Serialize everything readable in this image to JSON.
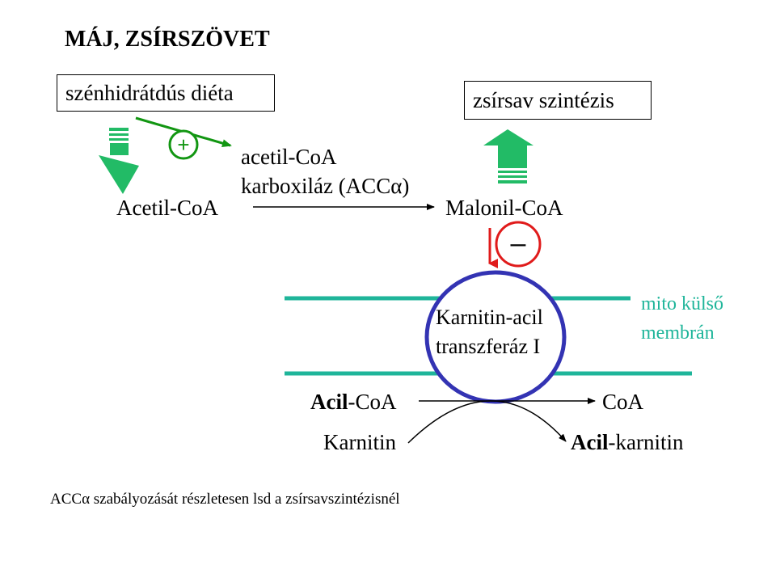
{
  "title": "MÁJ, ZSÍRSZÖVET",
  "diet_box": "szénhidrátdús diéta",
  "synthesis_box": "zsírsav szintézis",
  "enzyme": {
    "line1": "acetil-CoA",
    "line2": "karboxiláz (ACCα)"
  },
  "acetyl_coa": "Acetil-CoA",
  "malonyl_coa": "Malonil-CoA",
  "cpt": {
    "line1": "Karnitin-acil",
    "line2": "transzferáz I"
  },
  "membrane": {
    "line1": "mito külső",
    "line2": "membrán"
  },
  "acyl_coa": {
    "bold": "Acil",
    "rest": "-CoA"
  },
  "coa": "CoA",
  "karnitin": "Karnitin",
  "acyl_karnitin": {
    "bold": "Acil",
    "rest": "-karnitin"
  },
  "plus_sign": "+",
  "minus_sign": "–",
  "footnote": "ACCα szabályozását részletesen lsd a zsírsavszintézisnél",
  "colors": {
    "green_arrow": "#22bb66",
    "activation": "#129612",
    "inhibition": "#e01b1b",
    "membrane": "#1fb59a",
    "transporter": "#3333b3"
  }
}
